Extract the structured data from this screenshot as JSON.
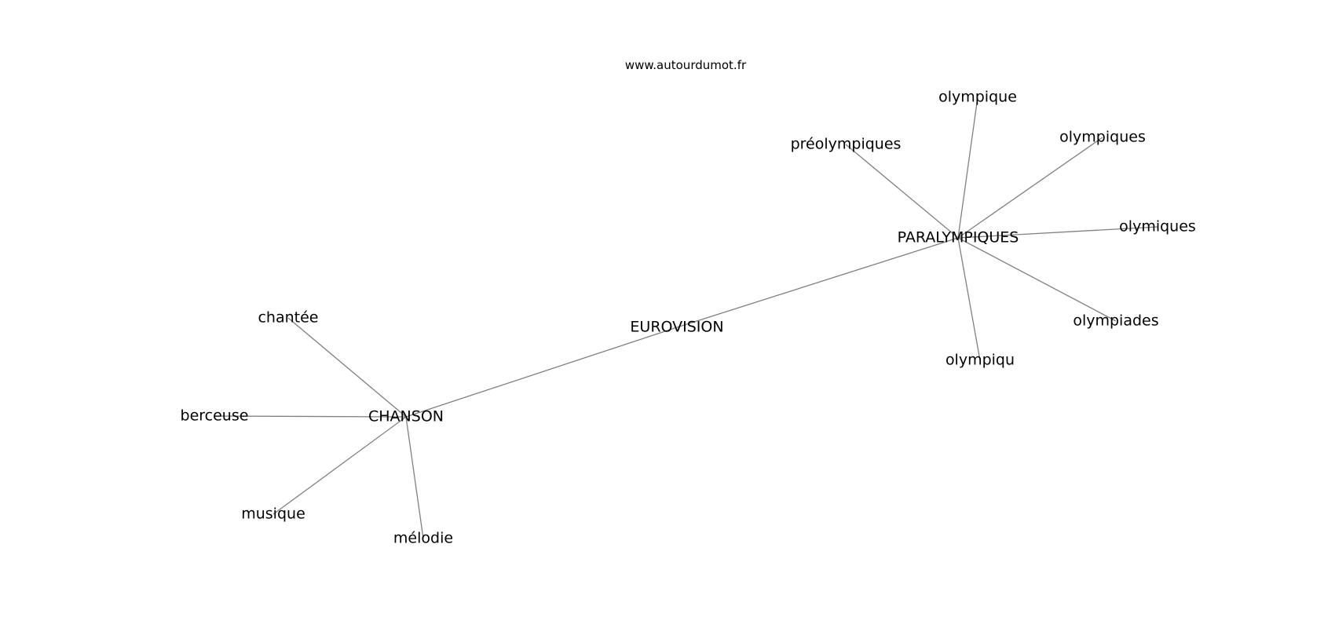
{
  "watermark": "www.autourdumot.fr",
  "nodes": [
    {
      "id": "chanson",
      "label": "CHANSON"
    },
    {
      "id": "eurovision",
      "label": "EUROVISION"
    },
    {
      "id": "paralympiques",
      "label": "PARALYMPIQUES"
    },
    {
      "id": "chantee",
      "label": "chantée"
    },
    {
      "id": "berceuse",
      "label": "berceuse"
    },
    {
      "id": "musique",
      "label": "musique"
    },
    {
      "id": "melodie",
      "label": "mélodie"
    },
    {
      "id": "preolympiques",
      "label": "préolympiques"
    },
    {
      "id": "olympique",
      "label": "olympique"
    },
    {
      "id": "olympiques",
      "label": "olympiques"
    },
    {
      "id": "olymiques",
      "label": "olymiques"
    },
    {
      "id": "olympiades",
      "label": "olympiades"
    },
    {
      "id": "olympiqu",
      "label": "olympiqu"
    }
  ],
  "edges": [
    [
      "chanson",
      "eurovision"
    ],
    [
      "eurovision",
      "paralympiques"
    ],
    [
      "chanson",
      "chantee"
    ],
    [
      "chanson",
      "berceuse"
    ],
    [
      "chanson",
      "musique"
    ],
    [
      "chanson",
      "melodie"
    ],
    [
      "paralympiques",
      "preolympiques"
    ],
    [
      "paralympiques",
      "olympique"
    ],
    [
      "paralympiques",
      "olympiques"
    ],
    [
      "paralympiques",
      "olymiques"
    ],
    [
      "paralympiques",
      "olympiades"
    ],
    [
      "paralympiques",
      "olympiqu"
    ]
  ]
}
